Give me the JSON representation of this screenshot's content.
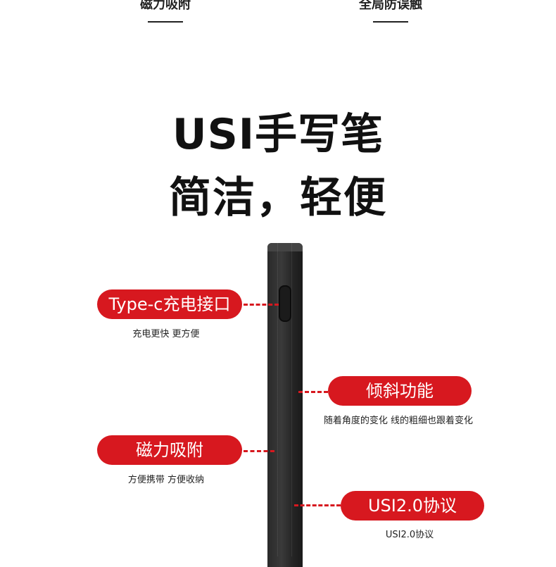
{
  "top_nav": [
    {
      "label": "磁力吸附"
    },
    {
      "label": "全局防误触"
    }
  ],
  "headline": {
    "line1": "USI手写笔",
    "line2": "简洁，轻便"
  },
  "features": [
    {
      "title": "Type-c充电接口",
      "subtitle": "充电更快 更方便"
    },
    {
      "title": "倾斜功能",
      "subtitle": "随着角度的变化 线的粗细也跟着变化"
    },
    {
      "title": "磁力吸附",
      "subtitle": "方便携带 方便收纳"
    },
    {
      "title": "USI2.0协议",
      "subtitle": "USI2.0协议"
    }
  ],
  "colors": {
    "accent_red": "#d7181f",
    "pen_body": "#2a2a2a",
    "text": "#111111"
  }
}
